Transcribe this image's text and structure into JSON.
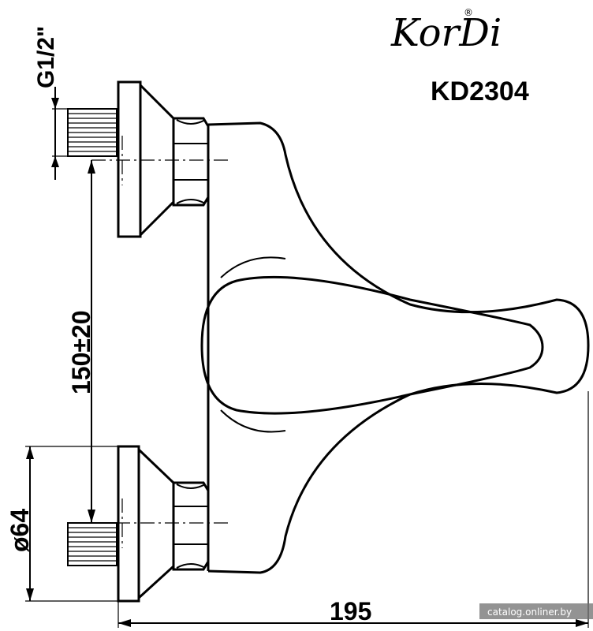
{
  "brand": {
    "name": "KorDi",
    "mark": "®"
  },
  "model": "KD2304",
  "dimensions": {
    "thread": "G1/2\"",
    "height": "150±20",
    "diameter": "ø64",
    "width": "195"
  },
  "watermark": "catalog.onliner.by"
}
